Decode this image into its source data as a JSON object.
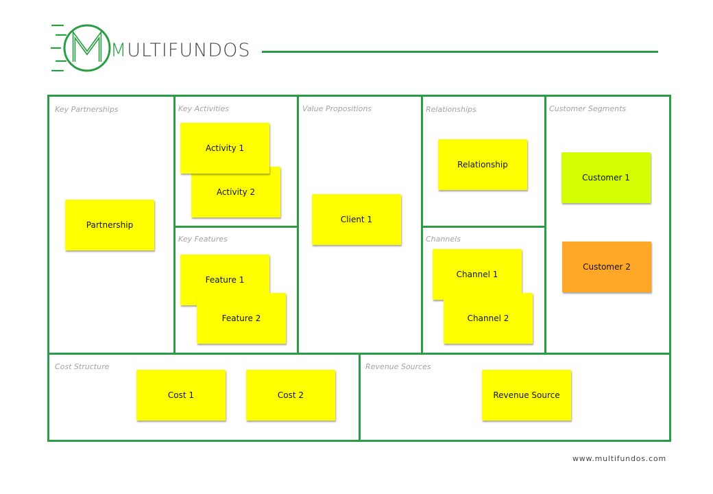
{
  "brand": {
    "initial": "M",
    "rest": "ULTIFUNDOS",
    "website": "www.multifundos.com"
  },
  "colors": {
    "accent": "#2a9d44",
    "note_default": "#ffff00",
    "note_lime": "#d4ff00",
    "note_orange": "#ffa726",
    "label": "#a3a3a3"
  },
  "sections": {
    "key_partnerships": "Key Partnerships",
    "key_activities": "Key Activities",
    "key_features": "Key Features",
    "value_propositions": "Value Propositions",
    "relationships": "Relationships",
    "channels": "Channels",
    "customer_segments": "Customer Segments",
    "cost_structure": "Cost Structure",
    "revenue_sources": "Revenue Sources"
  },
  "notes": {
    "partnership": "Partnership",
    "activity_1": "Activity  1",
    "activity_2": "Activity 2",
    "feature_1": "Feature 1",
    "feature_2": "Feature 2",
    "client_1": "Client  1",
    "relationship": "Relationship",
    "channel_1": "Channel  1",
    "channel_2": "Channel  2",
    "customer_1": "Customer  1",
    "customer_2": "Customer  2",
    "cost_1": "Cost 1",
    "cost_2": "Cost 2",
    "revenue_source": "Revenue Source"
  }
}
